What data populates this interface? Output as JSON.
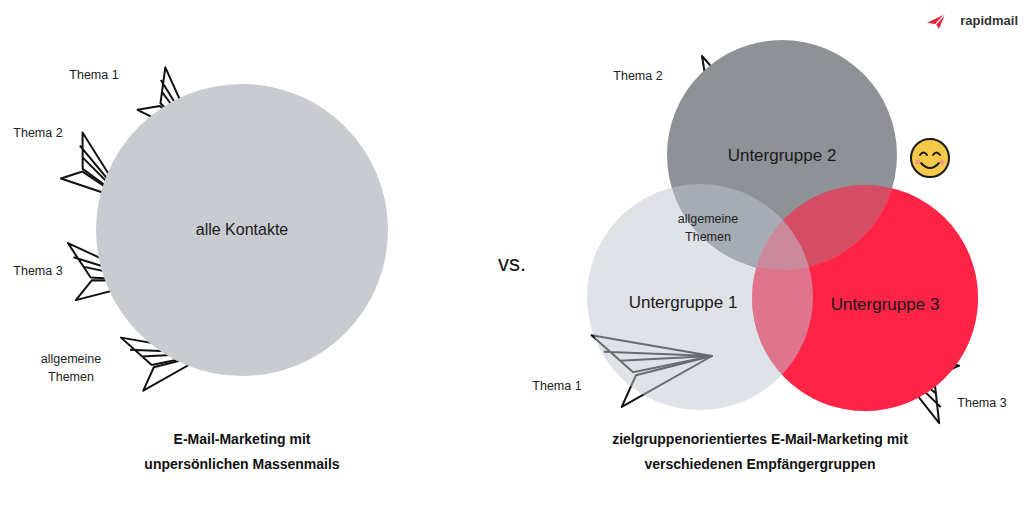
{
  "diagram": {
    "nodes": [
      {
        "text": [
          "alle Kontakte"
        ]
      },
      {
        "text": [
          "Untergruppe 2"
        ]
      },
      {
        "text": [
          "Untergruppe 1"
        ]
      },
      {
        "text": [
          "Untergruppe 3"
        ]
      }
    ],
    "labels": [
      "rapidmail",
      "Thema 1",
      "Thema 2",
      "Thema 3",
      "allgemeine Themen",
      "vs.",
      "Thema 2",
      "allgemeine Themen",
      "Thema 1",
      "Thema 3",
      "E-Mail-Marketing mit unpersönlichen Massenmails",
      "zielgruppenorientiertes E-Mail-Marketing mit verschiedenen Empfängergruppen"
    ]
  }
}
